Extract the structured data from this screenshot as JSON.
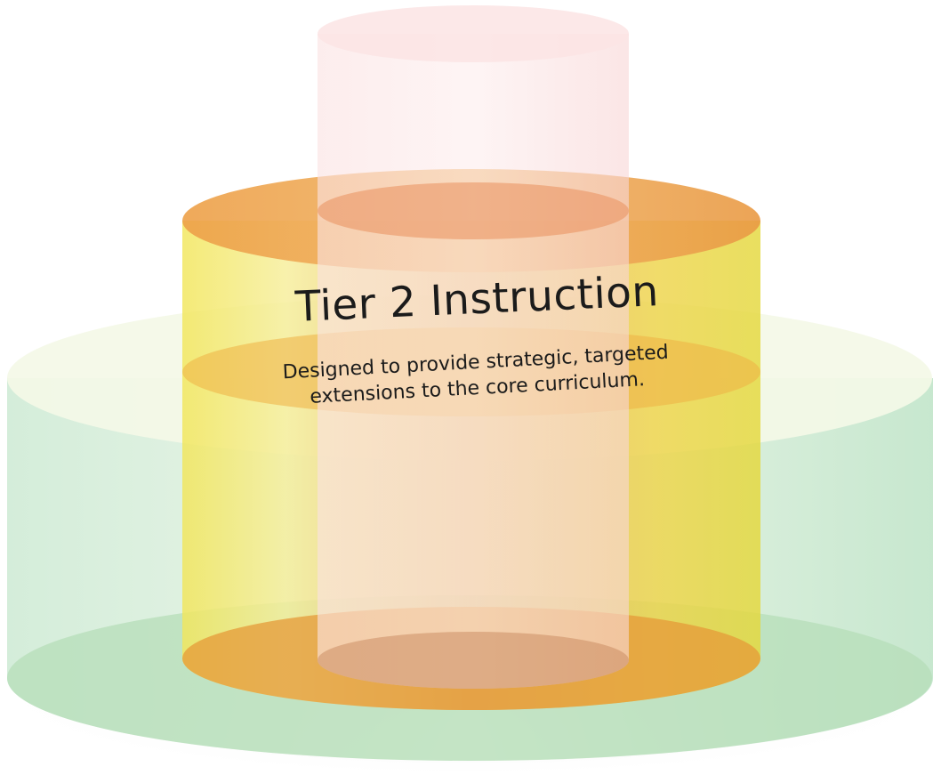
{
  "diagram": {
    "title": "Tier 2 Instruction",
    "subtitle_lines": [
      "Designed to provide strategic, targeted",
      "extensions to the core curriculum."
    ]
  },
  "colors": {
    "tier1_side_light": "#dff2e4",
    "tier1_side_dark": "#b9e2c4",
    "tier1_top": "#f3f8e6",
    "tier2_side_yellow": "#f4ec56",
    "tier2_side_orange": "#eda83e",
    "tier2_top": "#ec9a43",
    "tier3_side": "#fbd9d9",
    "tier3_top": "#fae0e0",
    "tier3_inner": "#e98b5a"
  }
}
